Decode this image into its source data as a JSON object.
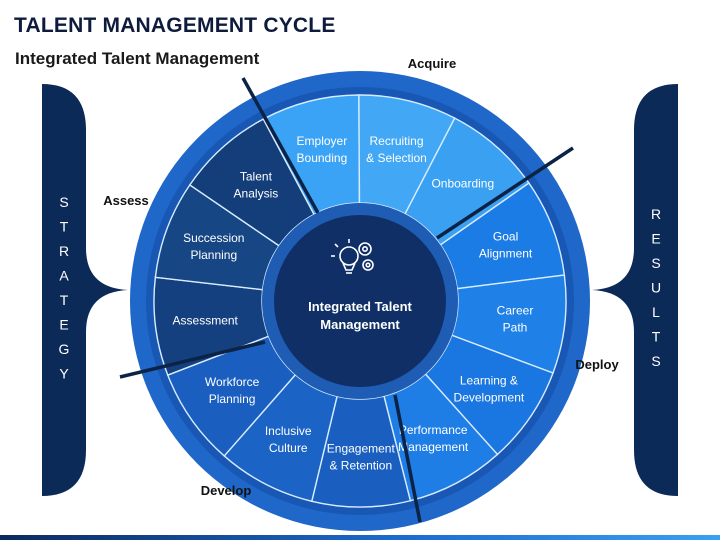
{
  "header": {
    "title": "TALENT MANAGEMENT CYCLE",
    "subtitle": "Integrated Talent Management"
  },
  "colors": {
    "navy": "#0c2a58",
    "ring_outer": "#1f67c8",
    "hub": "#0f2f66",
    "hub_border": "#2d6fc4"
  },
  "phases": {
    "acquire": "Acquire",
    "assess": "Assess",
    "deploy": "Deploy",
    "develop": "Develop"
  },
  "side_bars": {
    "left": [
      "S",
      "T",
      "R",
      "A",
      "T",
      "E",
      "G",
      "Y"
    ],
    "right": [
      "R",
      "E",
      "S",
      "U",
      "L",
      "T",
      "S"
    ]
  },
  "hub": {
    "icon": "gears-lightbulb-icon",
    "line1": "Integrated Talent",
    "line2": "Management"
  },
  "segments": [
    {
      "lines": [
        "Employer",
        "Bounding"
      ],
      "color": "#3aa3f5"
    },
    {
      "lines": [
        "Recruiting",
        "& Selection"
      ],
      "color": "#42a8f6"
    },
    {
      "lines": [
        "Onboarding"
      ],
      "color": "#3aa0f2"
    },
    {
      "lines": [
        "Goal",
        "Alignment"
      ],
      "color": "#1c7ce6"
    },
    {
      "lines": [
        "Career",
        "Path"
      ],
      "color": "#1f80e8"
    },
    {
      "lines": [
        "Learning &",
        "Development"
      ],
      "color": "#1a76e0"
    },
    {
      "lines": [
        "Performance",
        "Management"
      ],
      "color": "#1f7de6"
    },
    {
      "lines": [
        "Engagement",
        "& Retention"
      ],
      "color": "#1a5fc0"
    },
    {
      "lines": [
        "Inclusive",
        "Culture"
      ],
      "color": "#1c63c6"
    },
    {
      "lines": [
        "Workforce",
        "Planning"
      ],
      "color": "#1a5ec0"
    },
    {
      "lines": [
        "Assessment"
      ],
      "color": "#14407f"
    },
    {
      "lines": [
        "Succession",
        "Planning"
      ],
      "color": "#164684"
    },
    {
      "lines": [
        "Talent",
        "Analysis"
      ],
      "color": "#143e7a"
    }
  ]
}
